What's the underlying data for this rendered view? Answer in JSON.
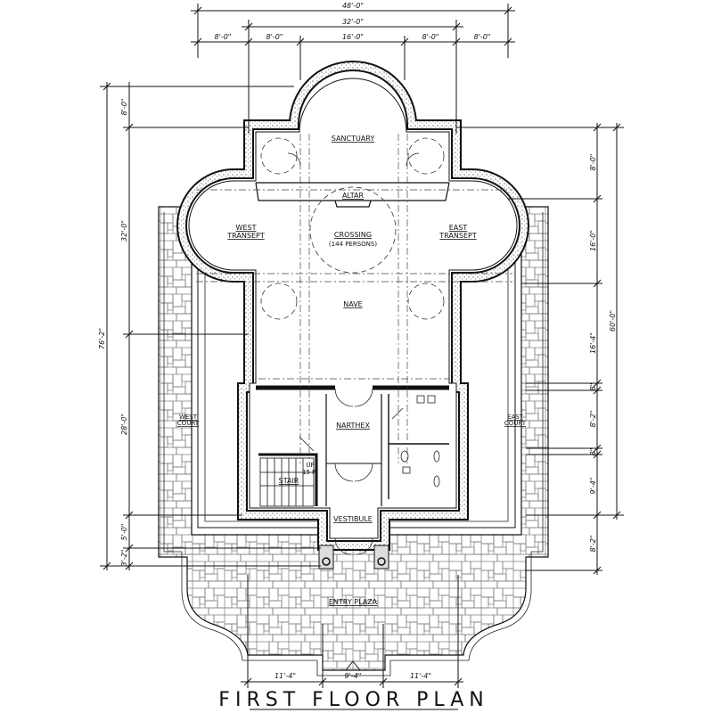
{
  "title": "FIRST FLOOR PLAN",
  "dimensions": {
    "top": {
      "overall": "48'-0\"",
      "inner": "32'-0\"",
      "segments": [
        "8'-0\"",
        "8'-0\"",
        "16'-0\"",
        "8'-0\"",
        "8'-0\""
      ]
    },
    "left": {
      "overall": "76'-2\"",
      "segments": [
        "8'-0\"",
        "32'-0\"",
        "28'-0\"",
        "5'-0\"",
        "3'-2\""
      ]
    },
    "right": {
      "overall": "60'-0\"",
      "segments": [
        "8'-0\"",
        "16'-0\"",
        "16'-4\"",
        "8\"",
        "8'-2\"",
        "8\"",
        "9'-4\"",
        "8'-2\""
      ]
    },
    "bottom": {
      "segments": [
        "11'-4\"",
        "9'-4\"",
        "11'-4\""
      ]
    }
  },
  "rooms": {
    "sanctuary": "SANCTUARY",
    "altar": "ALTAR",
    "crossing": "CROSSING",
    "crossing_capacity": "(144 PERSONS)",
    "west_transept": [
      "WEST",
      "TRANSEPT"
    ],
    "east_transept": [
      "EAST",
      "TRANSEPT"
    ],
    "nave": "NAVE",
    "narthex": "NARTHEX",
    "stair": "STAIR",
    "stair_note": [
      "UP",
      "15 R."
    ],
    "vestibule": "VESTIBULE",
    "west_court": [
      "WEST",
      "COURT"
    ],
    "east_court": [
      "EAST",
      "COURT"
    ],
    "entry_plaza": "ENTRY PLAZA"
  }
}
